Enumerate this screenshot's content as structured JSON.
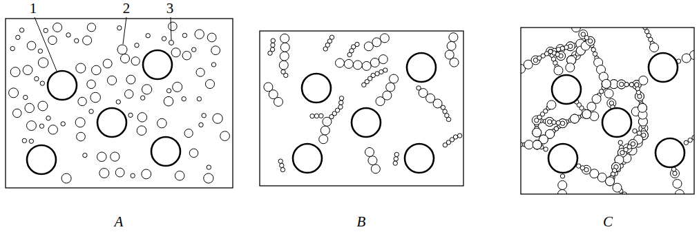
{
  "diagram": {
    "labels": [
      "1",
      "2",
      "3",
      "A",
      "B",
      "C"
    ]
  }
}
